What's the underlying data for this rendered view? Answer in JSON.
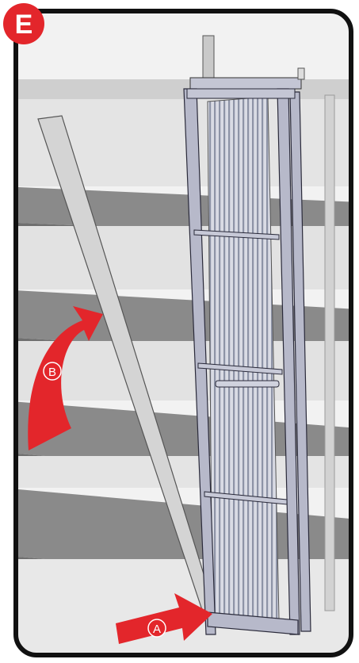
{
  "step": {
    "label": "E",
    "color": "#e3262b"
  },
  "callouts": [
    {
      "id": "A",
      "label": "A",
      "color": "#e3262b"
    },
    {
      "id": "B",
      "label": "B",
      "color": "#e3262b"
    }
  ],
  "colors": {
    "frame_border": "#111111",
    "wall_light": "#e6e6e6",
    "shelf_dark": "#8c8c8c",
    "rack_metal": "#b4b6c8",
    "rack_outline": "#2a2a3a",
    "panel_stripes": "#9aa0b0"
  }
}
